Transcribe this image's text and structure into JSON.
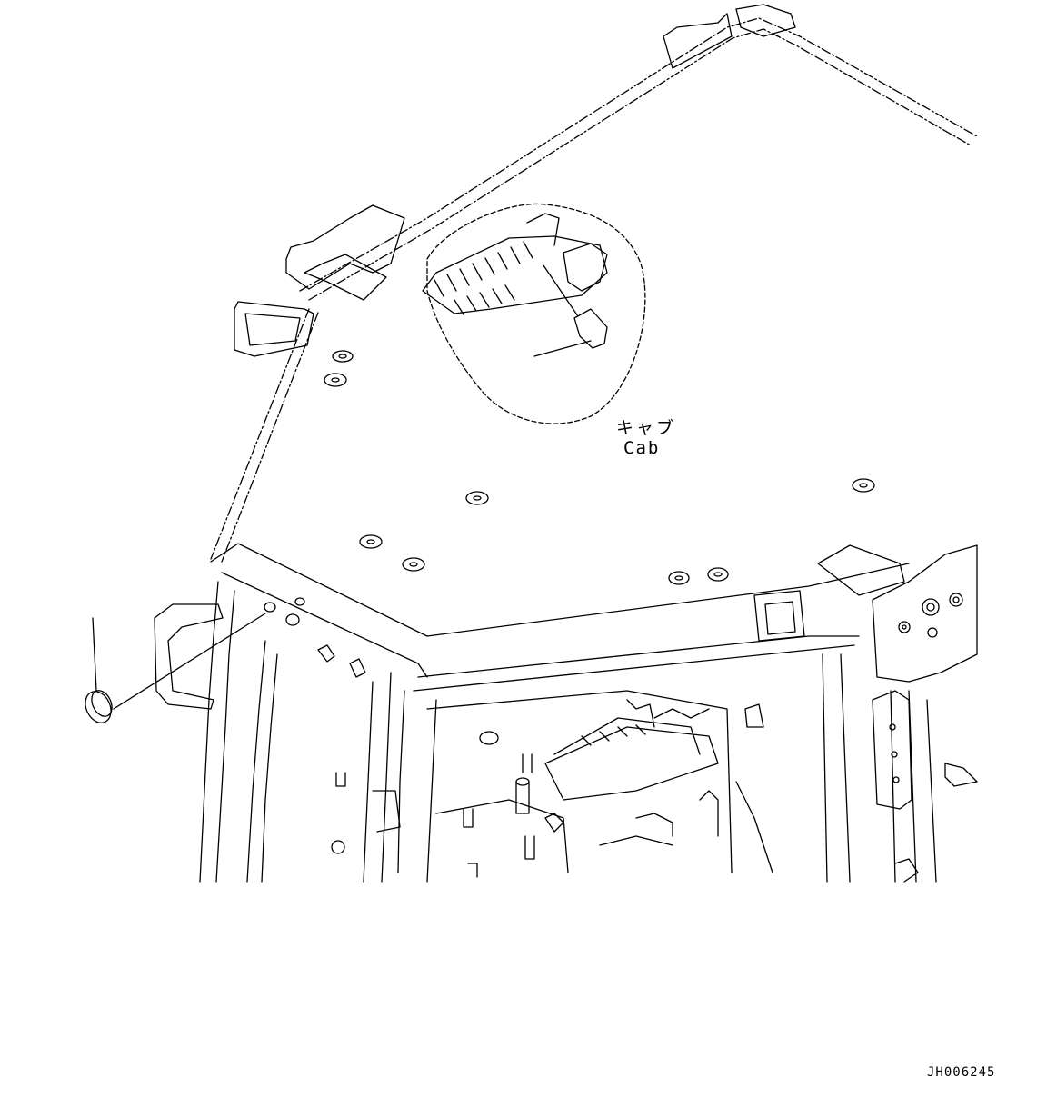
{
  "labels": {
    "cab_japanese": "キャブ",
    "cab_english": "Cab",
    "drawing_code": "JH006245"
  },
  "colors": {
    "line": "#000000",
    "background": "#ffffff"
  }
}
